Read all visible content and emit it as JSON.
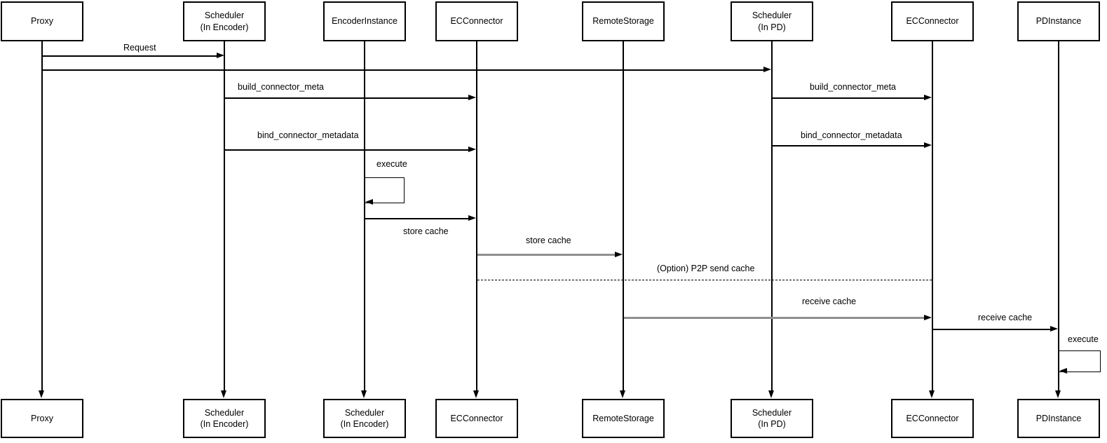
{
  "diagram": {
    "type": "sequence-diagram",
    "background": "#ffffff",
    "colors": {
      "line": "#000000",
      "secondary_line": "#8f8f8f",
      "box_border": "#000000",
      "text": "#000000"
    },
    "actors": [
      {
        "id": "proxy",
        "top_label": "Proxy",
        "bottom_label": "Proxy"
      },
      {
        "id": "scheduler-in-encoder",
        "top_label": "Scheduler\n(In Encoder)",
        "bottom_label": "Scheduler\n(In Encoder)"
      },
      {
        "id": "encoder-instance",
        "top_label": "EncoderInstance",
        "bottom_label": "Scheduler\n(In Encoder)"
      },
      {
        "id": "ec-connector-encoder",
        "top_label": "ECConnector",
        "bottom_label": "ECConnector"
      },
      {
        "id": "remote-storage",
        "top_label": "RemoteStorage",
        "bottom_label": "RemoteStorage"
      },
      {
        "id": "scheduler-in-pd",
        "top_label": "Scheduler\n(In PD)",
        "bottom_label": "Scheduler\n(In PD)"
      },
      {
        "id": "ec-connector-pd",
        "top_label": "ECConnector",
        "bottom_label": "ECConnector"
      },
      {
        "id": "pd-instance",
        "top_label": "PDInstance",
        "bottom_label": "PDInstance"
      }
    ],
    "messages": [
      {
        "label": "Request",
        "from": "Proxy",
        "to": "Scheduler (In Encoder)",
        "style": "solid"
      },
      {
        "label": "",
        "from": "Proxy",
        "to": "Scheduler (In PD)",
        "style": "solid"
      },
      {
        "label": "build_connector_meta",
        "from": "Scheduler (In Encoder)",
        "to": "ECConnector",
        "style": "solid"
      },
      {
        "label": "build_connector_meta",
        "from": "Scheduler (In PD)",
        "to": "ECConnector",
        "style": "solid"
      },
      {
        "label": "bind_connector_metadata",
        "from": "Scheduler (In Encoder)",
        "to": "ECConnector",
        "style": "solid"
      },
      {
        "label": "bind_connector_metadata",
        "from": "Scheduler (In PD)",
        "to": "ECConnector",
        "style": "solid"
      },
      {
        "label": "execute",
        "from": "EncoderInstance",
        "to": "EncoderInstance",
        "style": "self-loop"
      },
      {
        "label": "store cache",
        "from": "EncoderInstance",
        "to": "ECConnector",
        "style": "solid"
      },
      {
        "label": "store cache",
        "from": "ECConnector",
        "to": "RemoteStorage",
        "style": "solid-gray"
      },
      {
        "label": "(Option) P2P send cache",
        "from": "ECConnector",
        "to": "ECConnector (PD)",
        "style": "dashed"
      },
      {
        "label": "receive cache",
        "from": "RemoteStorage",
        "to": "ECConnector (PD)",
        "style": "solid-gray"
      },
      {
        "label": "receive cache",
        "from": "ECConnector (PD)",
        "to": "PDInstance",
        "style": "solid"
      },
      {
        "label": "execute",
        "from": "PDInstance",
        "to": "PDInstance",
        "style": "self-loop"
      }
    ]
  }
}
